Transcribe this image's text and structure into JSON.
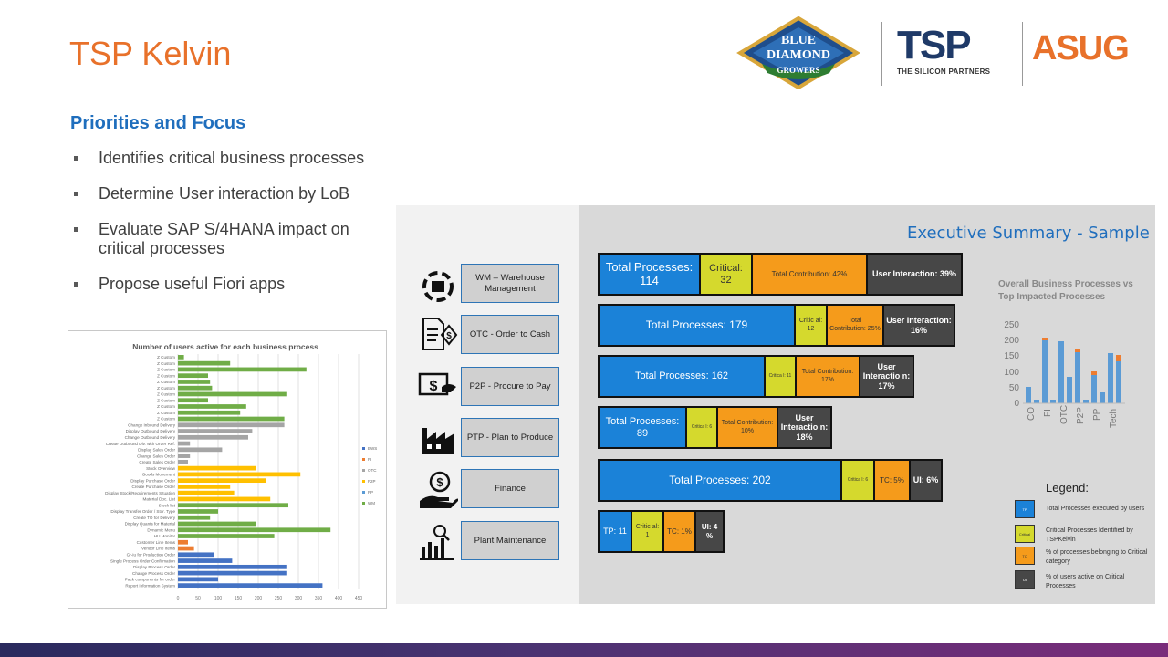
{
  "title": "TSP Kelvin",
  "logos": {
    "bd_line1": "BLUE",
    "bd_line2": "DIAMOND",
    "bd_line3": "GROWERS",
    "tsp": "TSP",
    "tsp_sub": "THE SILICON PARTNERS",
    "asug": "ASUG"
  },
  "heading": "Priorities and Focus",
  "bullets": [
    "Identifies critical business processes",
    "Determine User interaction by LoB",
    "Evaluate SAP S/4HANA impact on critical processes",
    "Propose useful Fiori apps"
  ],
  "processes": [
    {
      "icon": "warehouse-cycle-icon",
      "label": "WM – Warehouse Management"
    },
    {
      "icon": "invoice-cash-icon",
      "label": "OTC - Order to Cash"
    },
    {
      "icon": "dollar-handshake-icon",
      "label": "P2P - Procure to Pay"
    },
    {
      "icon": "factory-icon",
      "label": "PTP - Plan to Produce"
    },
    {
      "icon": "hand-coin-icon",
      "label": "Finance"
    },
    {
      "icon": "analytics-chart-icon",
      "label": "Plant Maintenance"
    }
  ],
  "exec_title": "Executive Summary - Sample",
  "summary_rows": [
    {
      "total": "Total Processes: 114",
      "critical": "Critical: 32",
      "contribution": "Total Contribution: 42%",
      "interaction": "User Interaction: 39%"
    },
    {
      "total": "Total Processes: 179",
      "critical": "Critic al: 12",
      "contribution": "Total Contribution: 25%",
      "interaction": "User Interaction: 16%"
    },
    {
      "total": "Total Processes: 162",
      "critical": "Critica l: 11",
      "contribution": "Total Contribution: 17%",
      "interaction": "User Interactio n: 17%"
    },
    {
      "total": "Total Processes: 89",
      "critical": "Critica l: 6",
      "contribution": "Total Contribution: 10%",
      "interaction": "User Interactio n: 18%"
    },
    {
      "total": "Total Processes: 202",
      "critical": "Critica l: 6",
      "contribution": "TC: 5%",
      "interaction": "UI: 6%"
    },
    {
      "total": "TP: 11",
      "critical": "Critic al: 1",
      "contribution": "TC: 1%",
      "interaction": "UI: 4 %"
    }
  ],
  "mini_chart": {
    "title": "Overall Business Processes vs Top Impacted Processes",
    "yticks": [
      "250",
      "200",
      "150",
      "100",
      "50",
      "0"
    ],
    "xticks": [
      "CO",
      "FI",
      "OTC",
      "P2P",
      "PP",
      "Tech"
    ]
  },
  "legend": {
    "title": "Legend:",
    "items": [
      {
        "swatch": "TP",
        "color": "#1b82d8",
        "text": "Total Processes executed by users"
      },
      {
        "swatch": "Critical",
        "color": "#d5d92d",
        "text": "Critical Processes Identified by TSPKelvin"
      },
      {
        "swatch": "TC",
        "color": "#f59b1b",
        "text": "% of processes belonging to Critical category"
      },
      {
        "swatch": "UI",
        "color": "#474747",
        "text": "% of users active on Critical Processes"
      }
    ]
  },
  "chart_data": {
    "type": "bar",
    "title": "Number of users active for each business process",
    "categories": [
      "Z Custom",
      "Z Custom",
      "Z Custom",
      "Z Custom",
      "Z Custom",
      "Z Custom",
      "Z Custom",
      "Z Custom",
      "Z Custom",
      "Z Custom",
      "Z Custom",
      "Change Inbound Delivery",
      "Display Outbound Delivery",
      "Change Outbound Delivery",
      "Create Outbound Dlv. with Order Ref.",
      "Display Sales Order",
      "Change Sales Order",
      "Create Sales Order",
      "Stock Overview",
      "Goods Movement",
      "Display Purchase Order",
      "Create Purchase Order",
      "Display Stock/Requirements Situation",
      "Material Doc. List",
      "Stock list",
      "Display Transfer Order / Stor. Type",
      "Create TO for Delivery",
      "Display Quants for Material",
      "Dynamic Menu",
      "HU Monitor",
      "Customer Line Items",
      "Vendor Line Items",
      "Gr-Iu for Production Order",
      "Single Process Order Confirmation",
      "Display Process Order",
      "Change Process Order",
      "Pack components for order",
      "Report Information System"
    ],
    "values": [
      15,
      130,
      320,
      75,
      80,
      85,
      270,
      75,
      170,
      155,
      265,
      265,
      185,
      175,
      30,
      110,
      30,
      25,
      195,
      305,
      220,
      130,
      140,
      230,
      275,
      100,
      80,
      195,
      380,
      240,
      25,
      40,
      90,
      135,
      270,
      270,
      100,
      360
    ],
    "series_colors": [
      "#70ad47",
      "#70ad47",
      "#70ad47",
      "#70ad47",
      "#70ad47",
      "#70ad47",
      "#70ad47",
      "#70ad47",
      "#70ad47",
      "#70ad47",
      "#70ad47",
      "#a5a5a5",
      "#a5a5a5",
      "#a5a5a5",
      "#a5a5a5",
      "#a5a5a5",
      "#a5a5a5",
      "#a5a5a5",
      "#ffc000",
      "#ffc000",
      "#ffc000",
      "#ffc000",
      "#ffc000",
      "#ffc000",
      "#70ad47",
      "#70ad47",
      "#70ad47",
      "#70ad47",
      "#70ad47",
      "#70ad47",
      "#ed7d31",
      "#ed7d31",
      "#4472c4",
      "#4472c4",
      "#4472c4",
      "#4472c4",
      "#4472c4",
      "#4472c4"
    ],
    "legend": [
      "EWS",
      "FI",
      "OTC",
      "P2P",
      "PP",
      "WM"
    ],
    "legend_colors": [
      "#4472c4",
      "#ed7d31",
      "#a5a5a5",
      "#ffc000",
      "#5b9bd5",
      "#70ad47"
    ],
    "xticks": [
      "0",
      "50",
      "100",
      "150",
      "200",
      "250",
      "300",
      "350",
      "400",
      "450"
    ],
    "xlim": [
      0,
      450
    ]
  }
}
